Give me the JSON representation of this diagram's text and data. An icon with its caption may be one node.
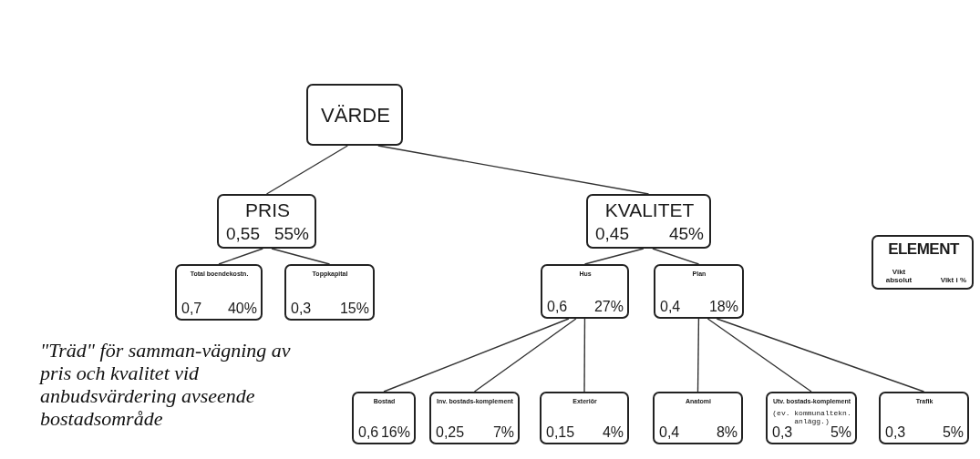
{
  "diagram": {
    "caption": "\"Träd\" för samman-vägning av pris och kvalitet vid anbudsvärdering avseende bostadsområde",
    "nodes": [
      {
        "text": [
          "VÄRDE"
        ]
      },
      {
        "text": [
          "PRIS",
          "0,55",
          "55%"
        ]
      },
      {
        "text": [
          "KVALITET",
          "0,45",
          "45%"
        ]
      },
      {
        "text": [
          "Total boendekostn.",
          "0,7",
          "40%"
        ]
      },
      {
        "text": [
          "Toppkapital",
          "0,3",
          "15%"
        ]
      },
      {
        "text": [
          "Hus",
          "0,6",
          "27%"
        ]
      },
      {
        "text": [
          "Plan",
          "0,4",
          "18%"
        ]
      },
      {
        "text": [
          "Bostad",
          "0,6",
          "16%"
        ]
      },
      {
        "text": [
          "Inv. bostads-komplement",
          "0,25",
          "7%"
        ]
      },
      {
        "text": [
          "Exteriör",
          "0,15",
          "4%"
        ]
      },
      {
        "text": [
          "Anatomi",
          "0,4",
          "8%"
        ]
      },
      {
        "text": [
          "Utv. bostads-komplement",
          "(ev. kommunaltekn. anlägg.)",
          "0,3",
          "5%"
        ]
      },
      {
        "text": [
          "Trafik",
          "0,3",
          "5%"
        ]
      },
      {
        "text": [
          "ELEMENT",
          "Vikt absolut",
          "Vikt i %"
        ]
      }
    ],
    "edges": [
      {
        "from": 0,
        "to": 1,
        "arrow": "none"
      },
      {
        "from": 0,
        "to": 2,
        "arrow": "none"
      },
      {
        "from": 1,
        "to": 3,
        "arrow": "none"
      },
      {
        "from": 1,
        "to": 4,
        "arrow": "none"
      },
      {
        "from": 2,
        "to": 5,
        "arrow": "none"
      },
      {
        "from": 2,
        "to": 6,
        "arrow": "none"
      },
      {
        "from": 5,
        "to": 7,
        "arrow": "none"
      },
      {
        "from": 5,
        "to": 8,
        "arrow": "none"
      },
      {
        "from": 5,
        "to": 9,
        "arrow": "none"
      },
      {
        "from": 6,
        "to": 10,
        "arrow": "none"
      },
      {
        "from": 6,
        "to": 11,
        "arrow": "none"
      },
      {
        "from": 6,
        "to": 12,
        "arrow": "none"
      }
    ]
  }
}
